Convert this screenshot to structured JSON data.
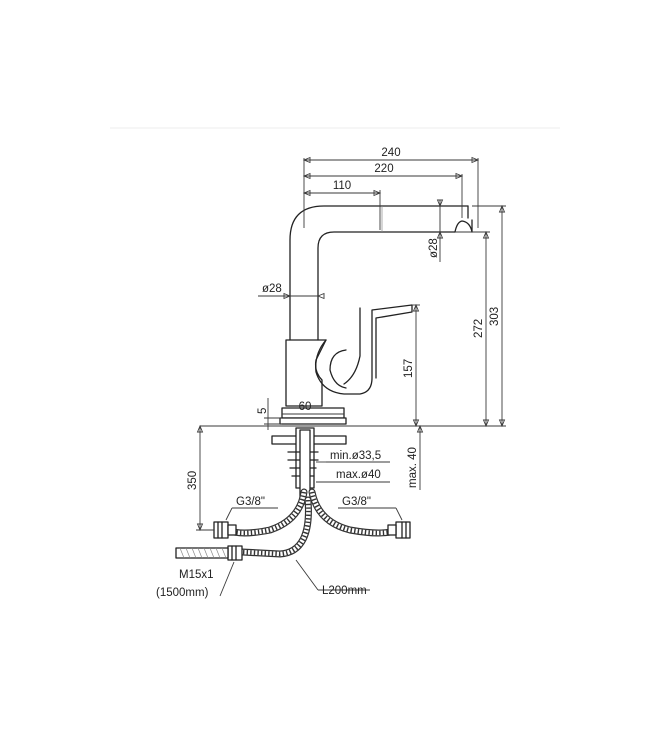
{
  "dimensions": {
    "width_240": "240",
    "width_220": "220",
    "width_110": "110",
    "spout_dia": "ø28",
    "body_dia": "ø28",
    "height_272": "272",
    "height_303": "303",
    "height_157": "157",
    "base_60": "60",
    "base_5": "5",
    "hose_350": "350",
    "hole_min": "min.ø33,5",
    "hole_max": "max.ø40",
    "deck_max": "max. 40"
  },
  "callouts": {
    "left_connector": "G3/8\"",
    "right_connector": "G3/8\"",
    "supply_thread": "M15x1",
    "supply_length": "(1500mm)",
    "hose_length": "L200mm"
  }
}
